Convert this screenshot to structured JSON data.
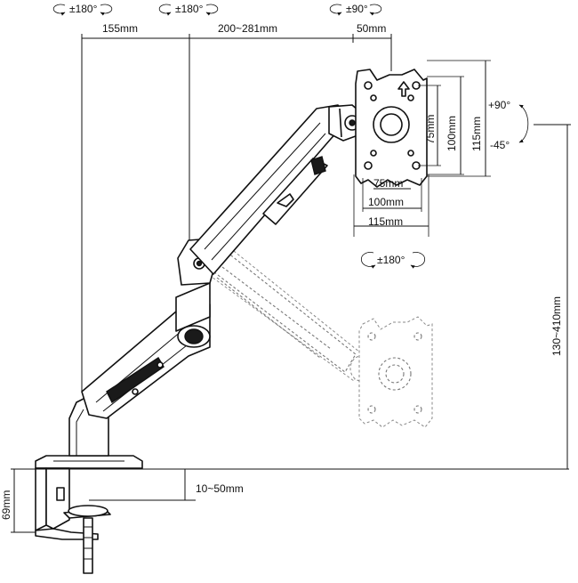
{
  "rotation_labels": {
    "base_pivot": "±180°",
    "elbow_pivot": "±180°",
    "head_tilt": "±90°",
    "vesa_rotate": "±180°"
  },
  "tilt_labels": {
    "up": "+90°",
    "down": "-45°"
  },
  "dimensions": {
    "lower_arm": "155mm",
    "upper_arm": "200~281mm",
    "head_offset": "50mm",
    "vesa_75_h": "75mm",
    "vesa_100_h": "100mm",
    "vesa_115_h": "115mm",
    "vesa_75_v": "75mm",
    "vesa_100_v": "100mm",
    "vesa_115_v": "115mm",
    "height_range": "130~410mm",
    "clamp_range": "10~50mm",
    "clamp_height": "69mm"
  },
  "colors": {
    "line": "#111111",
    "ghost": "#777777",
    "background": "#ffffff"
  }
}
